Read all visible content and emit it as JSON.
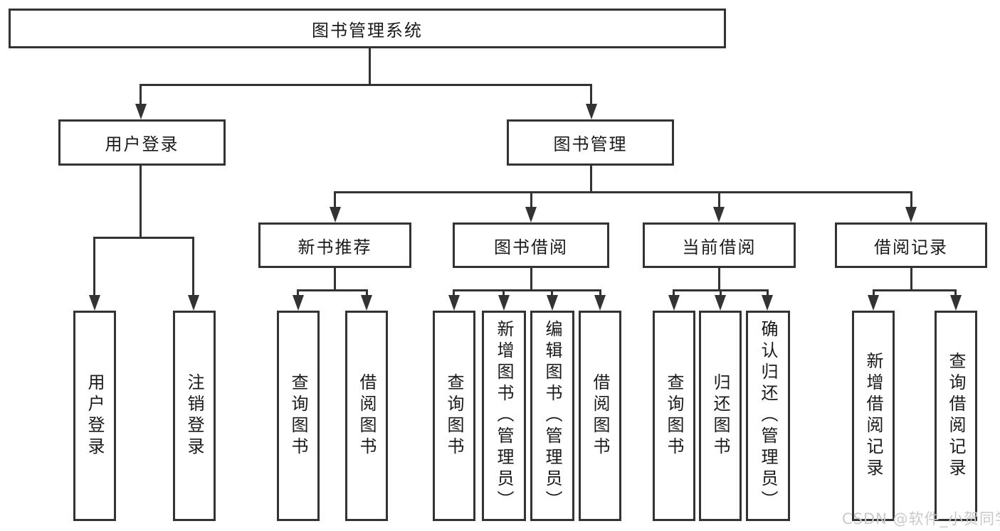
{
  "diagram": {
    "type": "hierarchy-tree",
    "root": {
      "label": "图书管理系统"
    },
    "level2": [
      {
        "label": "用户登录"
      },
      {
        "label": "图书管理"
      }
    ],
    "level3": [
      {
        "label": "新书推荐"
      },
      {
        "label": "图书借阅"
      },
      {
        "label": "当前借阅"
      },
      {
        "label": "借阅记录"
      }
    ],
    "leaves": {
      "user_login": [
        {
          "label": "用户登录"
        },
        {
          "label": "注销登录"
        }
      ],
      "new_book": [
        {
          "label": "查询图书"
        },
        {
          "label": "借阅图书"
        }
      ],
      "borrow": [
        {
          "label": "查询图书"
        },
        {
          "label": "新增图书（管理员）"
        },
        {
          "label": "编辑图书（管理员）"
        },
        {
          "label": "借阅图书"
        }
      ],
      "current": [
        {
          "label": "查询图书"
        },
        {
          "label": "归还图书"
        },
        {
          "label": "确认归还（管理员）"
        }
      ],
      "records": [
        {
          "label": "新增借阅记录"
        },
        {
          "label": "查询借阅记录"
        }
      ]
    },
    "watermark": "CSDN @软件_小贺同学",
    "colors": {
      "line": "#333333",
      "text": "#1a1a1a",
      "watermark": "#c9c9c9",
      "background": "#ffffff"
    }
  }
}
